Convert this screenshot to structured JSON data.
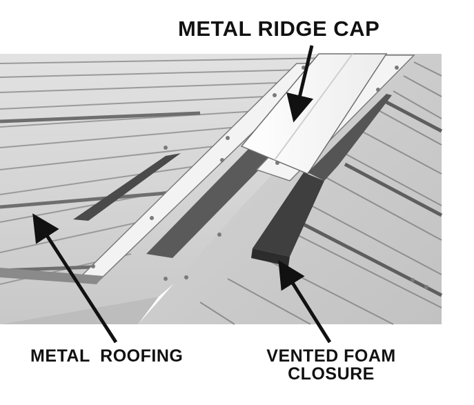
{
  "labels": {
    "ridge_cap": "METAL RIDGE CAP",
    "metal_roofing": "METAL  ROOFING",
    "foam_closure": "VENTED FOAM CLOSURE"
  },
  "colors": {
    "panel_light": "#d9d9d9",
    "panel_mid": "#b9b9b9",
    "rib_dark": "#5c5c5c",
    "ridge_cap": "#f7f7f7",
    "foam": "#3f3f3f",
    "arrow": "#111111"
  }
}
